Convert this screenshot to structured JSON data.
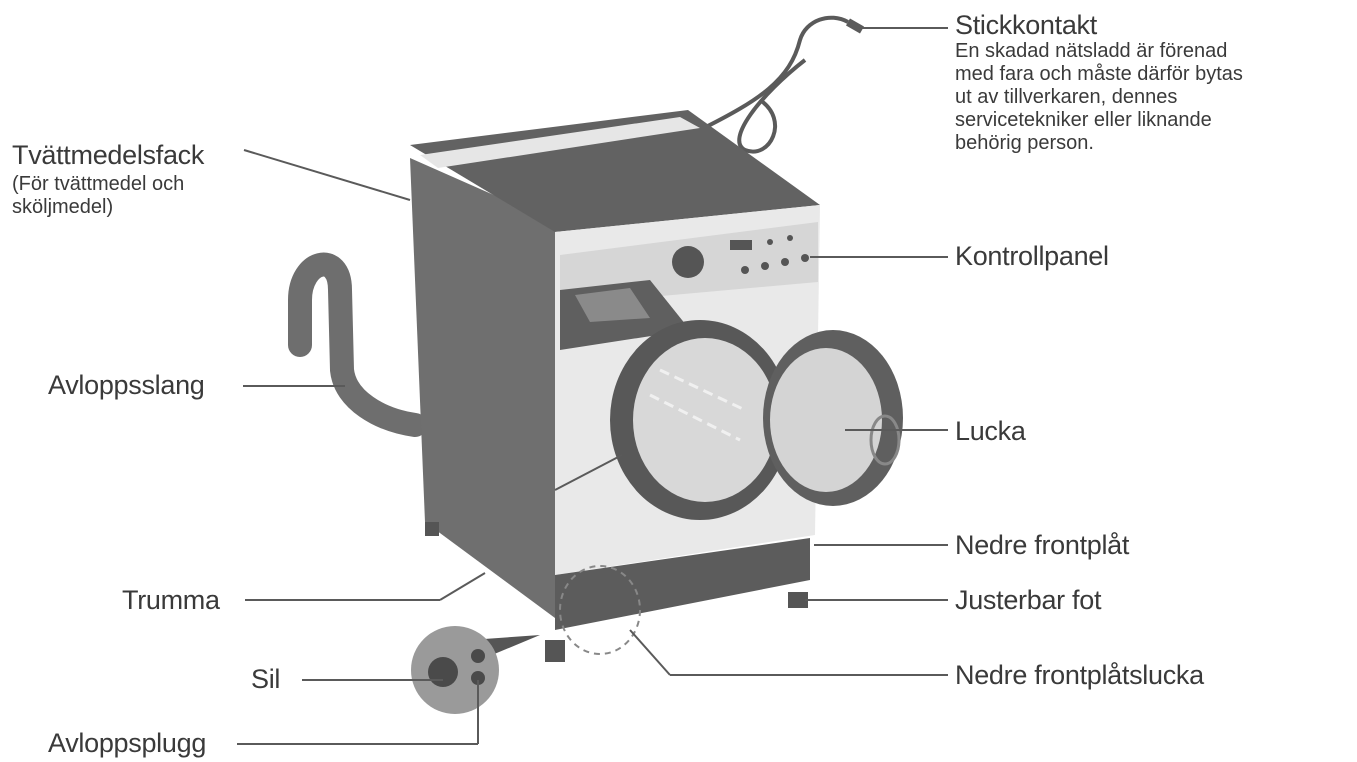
{
  "labels": {
    "stickkontakt": "Stickkontakt",
    "stickkontakt_note": [
      "En skadad nätsladd är förenad",
      "med fara och måste därför bytas",
      "ut av tillverkaren, dennes",
      "servicetekniker eller liknande",
      "behörig person."
    ],
    "tvattmedelsfack": "Tvättmedelsfack",
    "tvattmedelsfack_note": [
      "(För tvättmedel och",
      "sköljmedel)"
    ],
    "kontrollpanel": "Kontrollpanel",
    "avloppsslang": "Avloppsslang",
    "lucka": "Lucka",
    "nedre_frontplat": "Nedre frontplåt",
    "trumma": "Trumma",
    "justerbar_fot": "Justerbar fot",
    "sil": "Sil",
    "nedre_frontplatslucka": "Nedre frontplåtslucka",
    "avloppsplugg": "Avloppsplugg"
  }
}
